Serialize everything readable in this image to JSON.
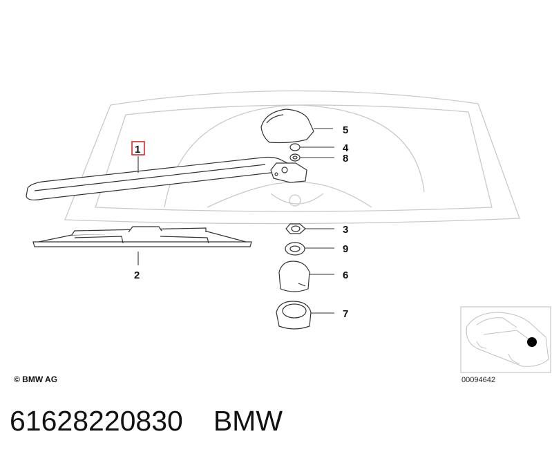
{
  "diagram": {
    "callouts": [
      {
        "id": "1",
        "label": "1",
        "highlighted": true
      },
      {
        "id": "2",
        "label": "2"
      },
      {
        "id": "3",
        "label": "3"
      },
      {
        "id": "4",
        "label": "4"
      },
      {
        "id": "5",
        "label": "5"
      },
      {
        "id": "6",
        "label": "6"
      },
      {
        "id": "7",
        "label": "7"
      },
      {
        "id": "8",
        "label": "8"
      },
      {
        "id": "9",
        "label": "9"
      }
    ],
    "copyright": "© BMW AG",
    "figure_number": "00094642",
    "highlight_color": "#d9252b"
  },
  "footer": {
    "part_number": "61628220830",
    "brand": "BMW"
  }
}
